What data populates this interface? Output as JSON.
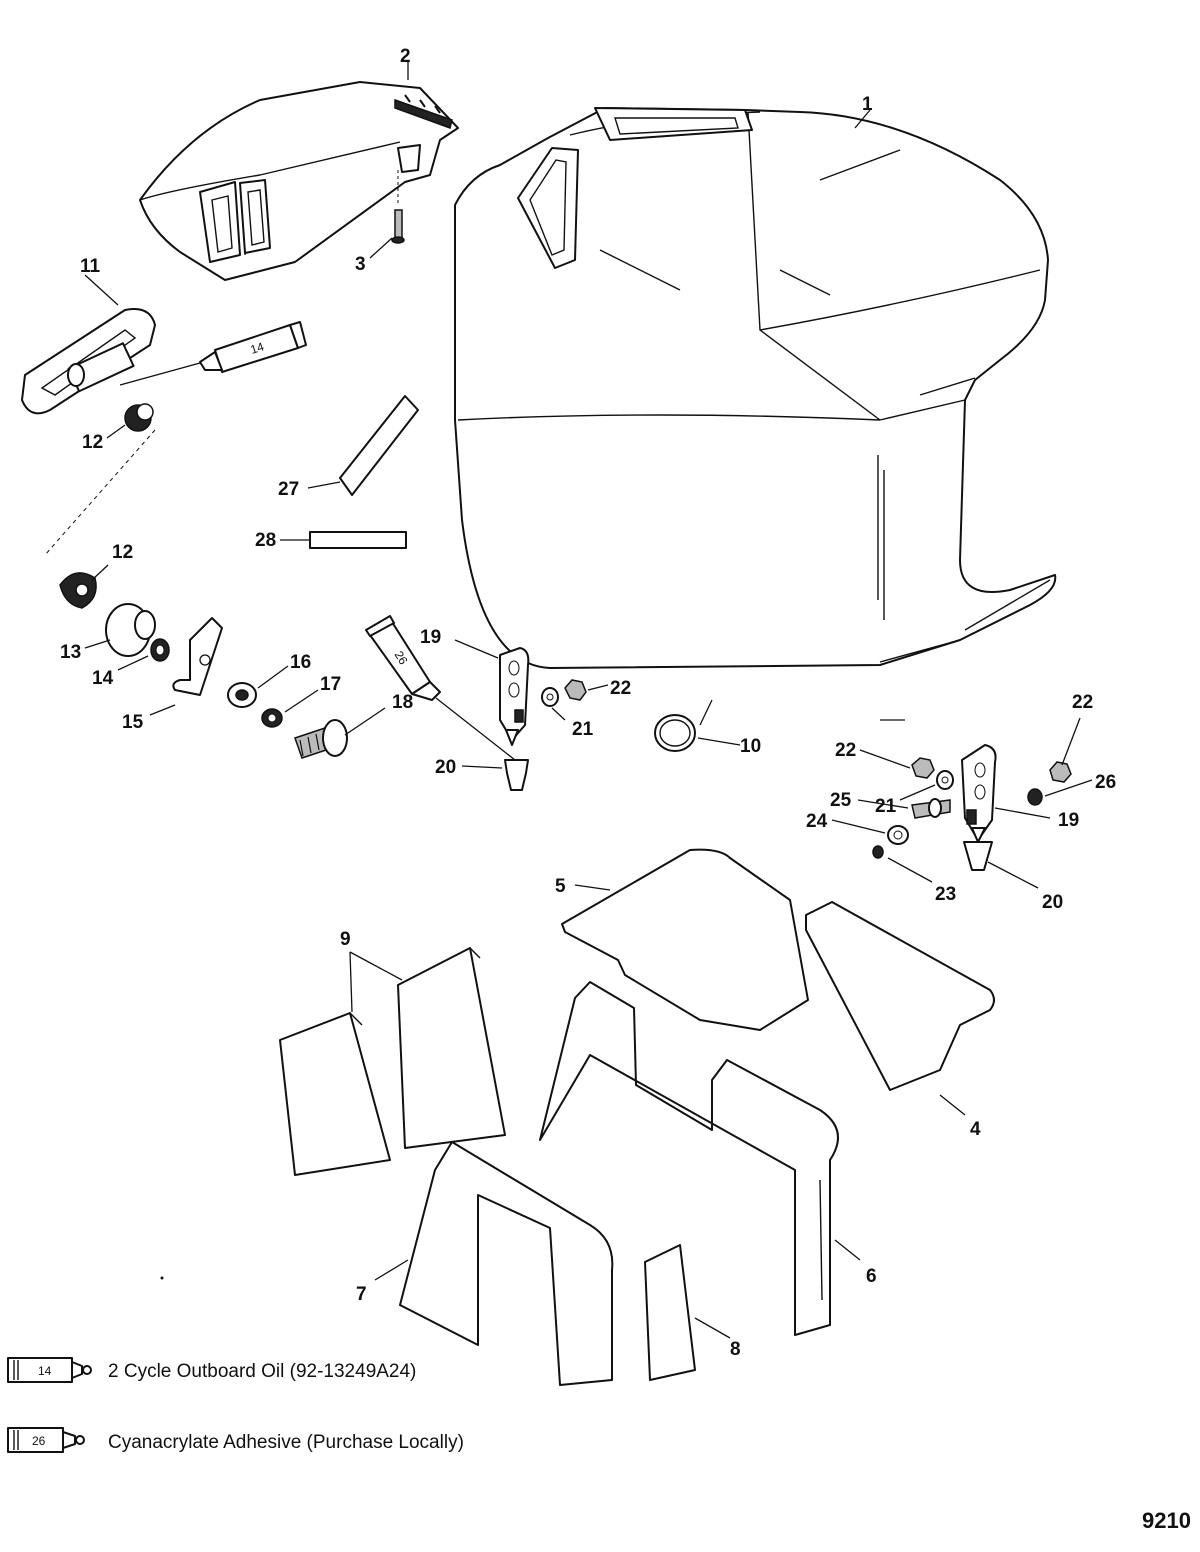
{
  "callouts": {
    "c1": "1",
    "c2": "2",
    "c3": "3",
    "c4": "4",
    "c5": "5",
    "c6": "6",
    "c7": "7",
    "c8": "8",
    "c9": "9",
    "c10": "10",
    "c11": "11",
    "c12a": "12",
    "c12b": "12",
    "c13": "13",
    "c14": "14",
    "c15": "15",
    "c16": "16",
    "c17": "17",
    "c18": "18",
    "c19a": "19",
    "c19b": "19",
    "c20a": "20",
    "c20b": "20",
    "c21a": "21",
    "c21b": "21",
    "c22a": "22",
    "c22b": "22",
    "c22c": "22",
    "c23": "23",
    "c24": "24",
    "c25": "25",
    "c26": "26",
    "c27": "27",
    "c28": "28"
  },
  "tube_labels": {
    "t14": "14",
    "t26": "26"
  },
  "legend": [
    {
      "code": "14",
      "text": "2 Cycle Outboard Oil (92-13249A24)"
    },
    {
      "code": "26",
      "text": "Cyanacrylate Adhesive (Purchase Locally)"
    }
  ],
  "reference_number": "9210"
}
